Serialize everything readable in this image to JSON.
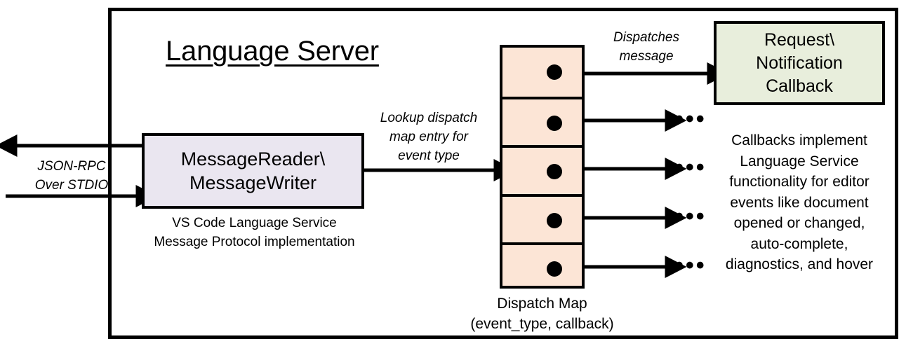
{
  "diagram": {
    "title": "Language Server",
    "frame_name": "language-server-boundary"
  },
  "external_io": {
    "label_line1": "JSON-RPC",
    "label_line2": "Over STDIO",
    "outbound_arrow": "arrow-left-to-client",
    "inbound_arrow": "arrow-right-from-client"
  },
  "message_box": {
    "line1": "MessageReader\\",
    "line2": "MessageWriter",
    "caption_line1": "VS Code Language Service",
    "caption_line2": "Message Protocol implementation",
    "fill": "#EAE6F0"
  },
  "lookup_edge": {
    "line1": "Lookup dispatch",
    "line2": "map entry for",
    "line3": "event type"
  },
  "dispatch_edge": {
    "line1": "Dispatches",
    "line2": "message"
  },
  "dispatch_map": {
    "caption_line1": "Dispatch Map",
    "caption_line2": "(event_type, callback)",
    "fill": "#FCE5D6",
    "cell_count": 5,
    "cells": [
      {
        "index": 1,
        "marker": "callback-dot",
        "target": "Request\\Notification Callback"
      },
      {
        "index": 2,
        "marker": "callback-dot",
        "target": "..."
      },
      {
        "index": 3,
        "marker": "callback-dot",
        "target": "..."
      },
      {
        "index": 4,
        "marker": "callback-dot",
        "target": "..."
      },
      {
        "index": 5,
        "marker": "callback-dot",
        "target": "..."
      }
    ],
    "continuation_glyph": "•••"
  },
  "callback_box": {
    "line1": "Request\\",
    "line2": "Notification",
    "line3": "Callback",
    "fill": "#E8EEDC",
    "caption_line1": "Callbacks implement",
    "caption_line2": "Language Service",
    "caption_line3": "functionality for editor",
    "caption_line4": "events like document",
    "caption_line5": "opened or changed,",
    "caption_line6": "auto-complete,",
    "caption_line7": "diagnostics, and hover"
  },
  "colors": {
    "stroke": "#000000",
    "background": "#FFFFFF"
  }
}
